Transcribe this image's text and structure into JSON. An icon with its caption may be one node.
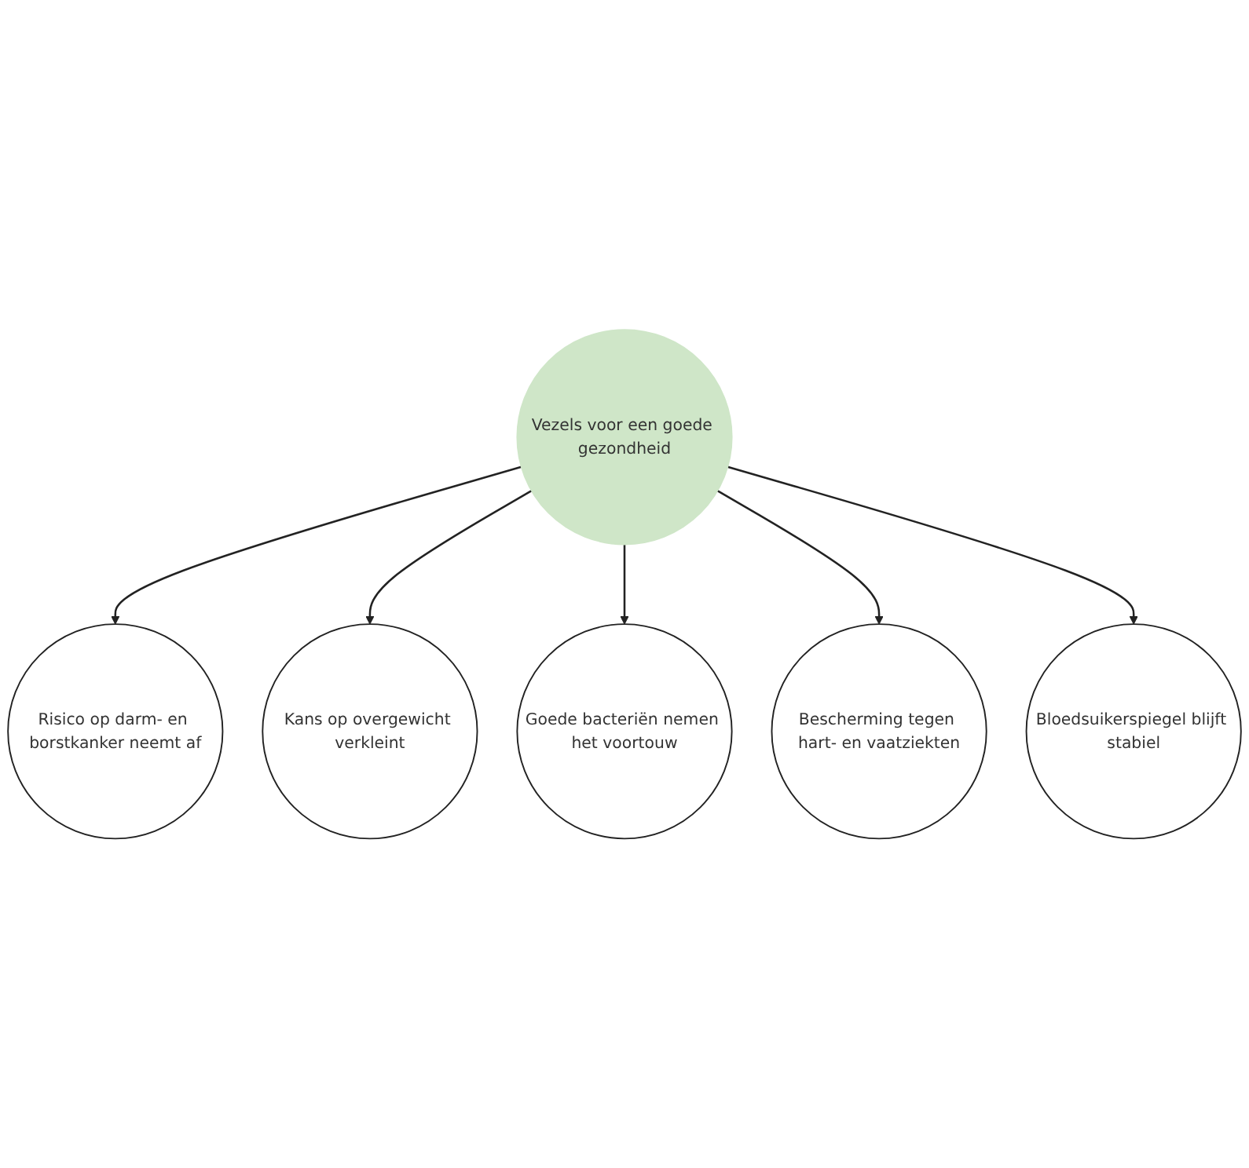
{
  "diagram": {
    "nodes": [
      {
        "text": [
          "Risico op darm- en borstkanker neemt af"
        ]
      },
      {
        "text": [
          "Kans op overgewicht verkleint"
        ]
      },
      {
        "text": [
          "Vezels voor een goede gezondheid"
        ]
      },
      {
        "text": [
          "Goede bacteriën nemen het voortouw"
        ]
      },
      {
        "text": [
          "Bescherming tegen hart- en vaatziekten"
        ]
      },
      {
        "text": [
          "Bloedsuikerspiegel blijft stabiel"
        ]
      }
    ],
    "edges": [
      {
        "from": 2,
        "to": 0,
        "arrow": "to"
      },
      {
        "from": 2,
        "to": 1,
        "arrow": "to"
      },
      {
        "from": 2,
        "to": 3,
        "arrow": "to"
      },
      {
        "from": 2,
        "to": 4,
        "arrow": "to"
      },
      {
        "from": 2,
        "to": 5,
        "arrow": "to"
      }
    ]
  }
}
